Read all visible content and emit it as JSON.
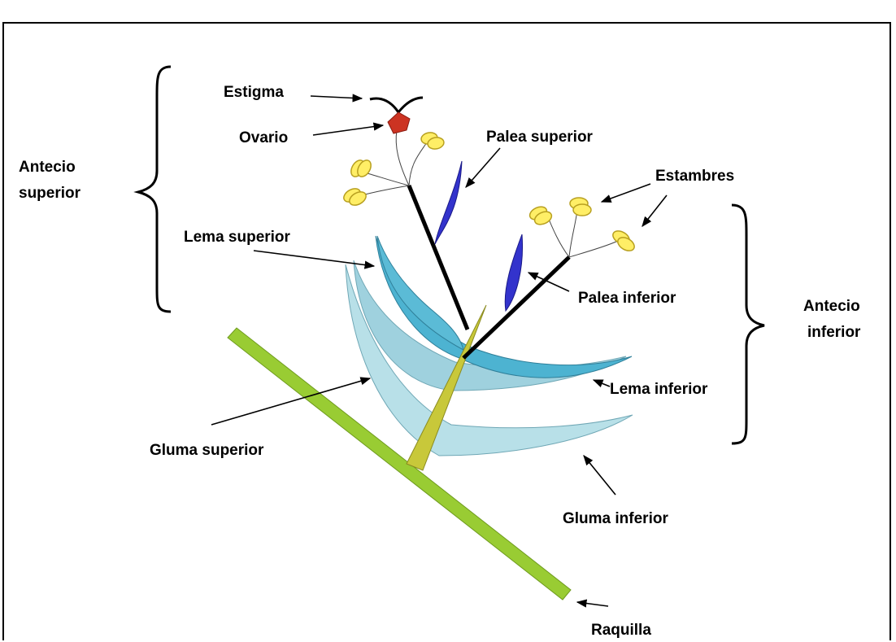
{
  "labels": {
    "estigma": "Estigma",
    "ovario": "Ovario",
    "palea_superior": "Palea superior",
    "antecio_superior_1": "Antecio",
    "antecio_superior_2": "superior",
    "estambres": "Estambres",
    "lema_superior": "Lema superior",
    "palea_inferior": "Palea inferior",
    "antecio_inferior_1": "Antecio",
    "antecio_inferior_2": "inferior",
    "lema_inferior": "Lema inferior",
    "gluma_superior": "Gluma superior",
    "gluma_inferior": "Gluma inferior",
    "raquilla": "Raquilla"
  },
  "colors": {
    "raquilla": "#99cc33",
    "lemma": "#4db3d1",
    "gluma": "#b8e0e8",
    "palea": "#3333cc",
    "anther": "#ffee66",
    "ovary": "#cc3322",
    "rachilla_segment": "#c8c83a"
  }
}
